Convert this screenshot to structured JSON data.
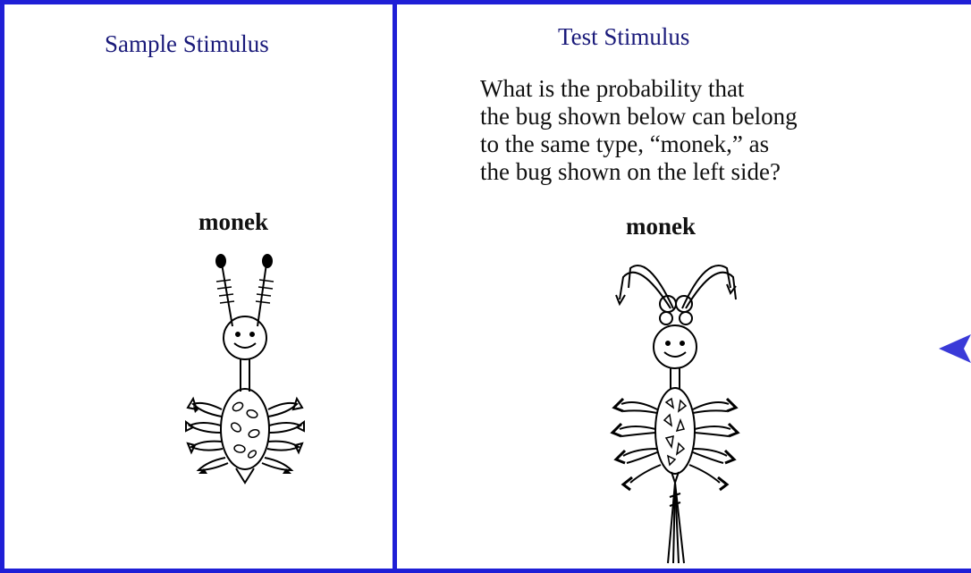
{
  "sample": {
    "title": "Sample Stimulus",
    "label": "monek"
  },
  "test": {
    "title": "Test Stimulus",
    "question": [
      "What is the probability that",
      "the bug shown below can belong",
      "to the same type, “monek,” as",
      "the bug shown on the left side?"
    ],
    "label": "monek"
  },
  "colors": {
    "border": "#1f1fd6",
    "heading": "#1a1a7a",
    "arrow": "#3a3ad8"
  }
}
